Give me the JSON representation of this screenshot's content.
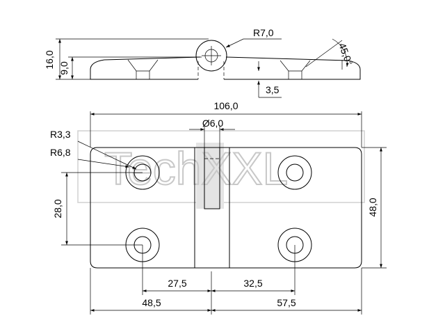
{
  "watermark": {
    "text": "TechXXL",
    "color": "#c8c8c8"
  },
  "dimensions": {
    "top_height_total": "16,0",
    "top_height_leaf": "9,0",
    "knuckle_radius": "R7,0",
    "countersink_angle": "45,0°",
    "leaf_offset": "3,5",
    "overall_length": "106,0",
    "pin_diameter": "Ø6,0",
    "hole_radius": "R3,3",
    "boss_radius": "R6,8",
    "hole_vertical_spacing": "28,0",
    "overall_height": "48,0",
    "hole_left_to_axis": "27,5",
    "hole_right_to_axis": "32,5",
    "left_leaf_length": "48,5",
    "right_leaf_length": "57,5"
  }
}
